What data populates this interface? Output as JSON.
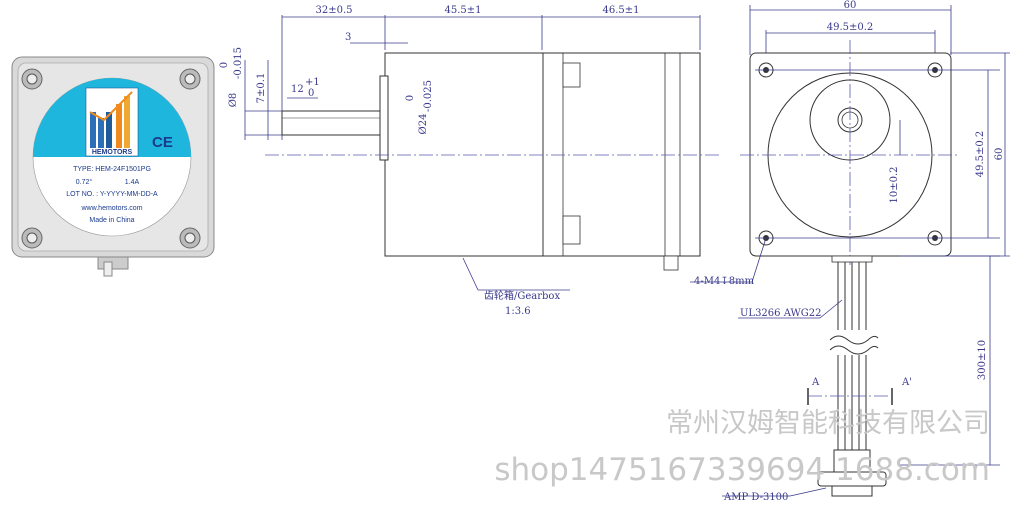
{
  "label": {
    "brand": "HEMOTORS",
    "type_line": "TYPE:  HEM-24F1501PG",
    "step_angle": "0.72°",
    "current": "1.4A",
    "lot_line": "LOT NO. : Y-YYYY-MM-DD-A",
    "website": "www.hemotors.com",
    "made_in": "Made in China",
    "ce_mark": "CE"
  },
  "dimensions": {
    "d_32": "32±0.5",
    "d_45_5": "45.5±1",
    "d_46_5": "46.5±1",
    "d_60_top": "60",
    "d_49_5_top": "49.5±0.2",
    "d_3": "3",
    "d_12": "12",
    "d_12_tol_upper": "+1",
    "d_12_tol_lower": "0",
    "d_7": "7±0.1",
    "d_shaft_dia": "Ø8",
    "d_shaft_tol_upper": "0",
    "d_shaft_tol_lower": "-0.015",
    "d_boss_dia": "Ø24",
    "d_boss_tol_upper": "0",
    "d_boss_tol_lower": "-0.025",
    "d_10": "10±0.2",
    "d_49_5_side": "49.5±0.2",
    "d_60_side": "60",
    "d_300": "300±10"
  },
  "annotations": {
    "gearbox": "齿轮箱/Gearbox",
    "ratio": "1:3.6",
    "holes": "4-M4↧8mm",
    "cable": "UL3266 AWG22",
    "section_a": "A",
    "section_a_prime": "A'",
    "connector": "AMP D-3100"
  },
  "watermark": {
    "company": "常州汉姆智能科技有限公司",
    "shop": "shop1475167339694 1688.com"
  }
}
